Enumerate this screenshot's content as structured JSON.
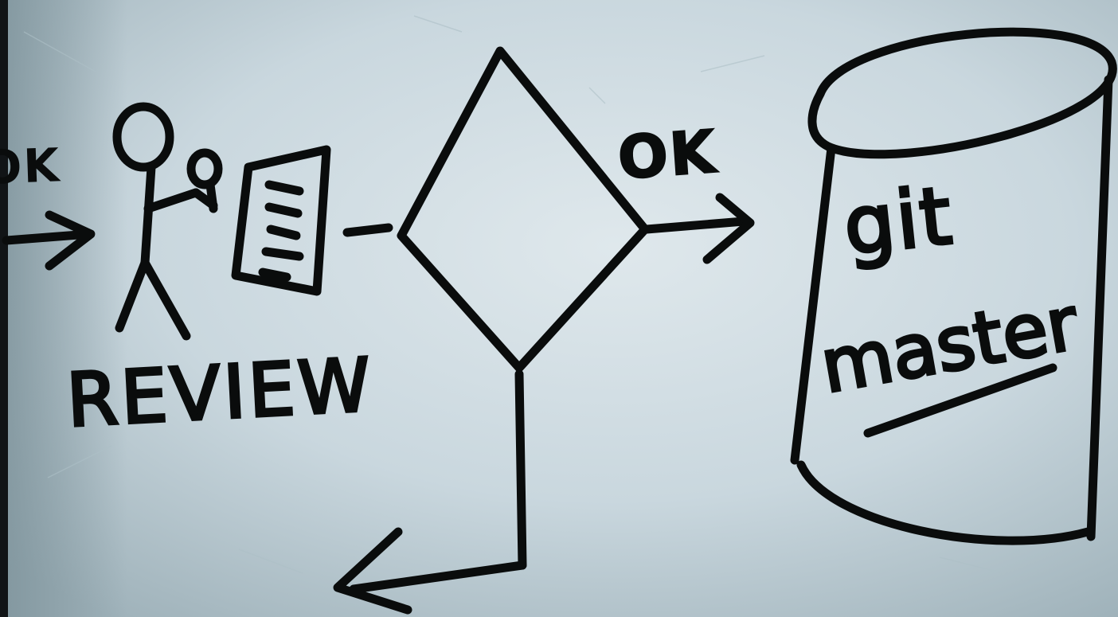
{
  "board": {
    "background_color": "#c9d7de",
    "ink_color": "#0a0c0c"
  },
  "labels": {
    "ok_left": "OK",
    "review": "REVIEW",
    "ok_right": "OK",
    "git": "git",
    "master": "master"
  },
  "shapes": {
    "person": "stick-figure",
    "document": "document",
    "decision": "diamond",
    "repository": "cylinder"
  }
}
